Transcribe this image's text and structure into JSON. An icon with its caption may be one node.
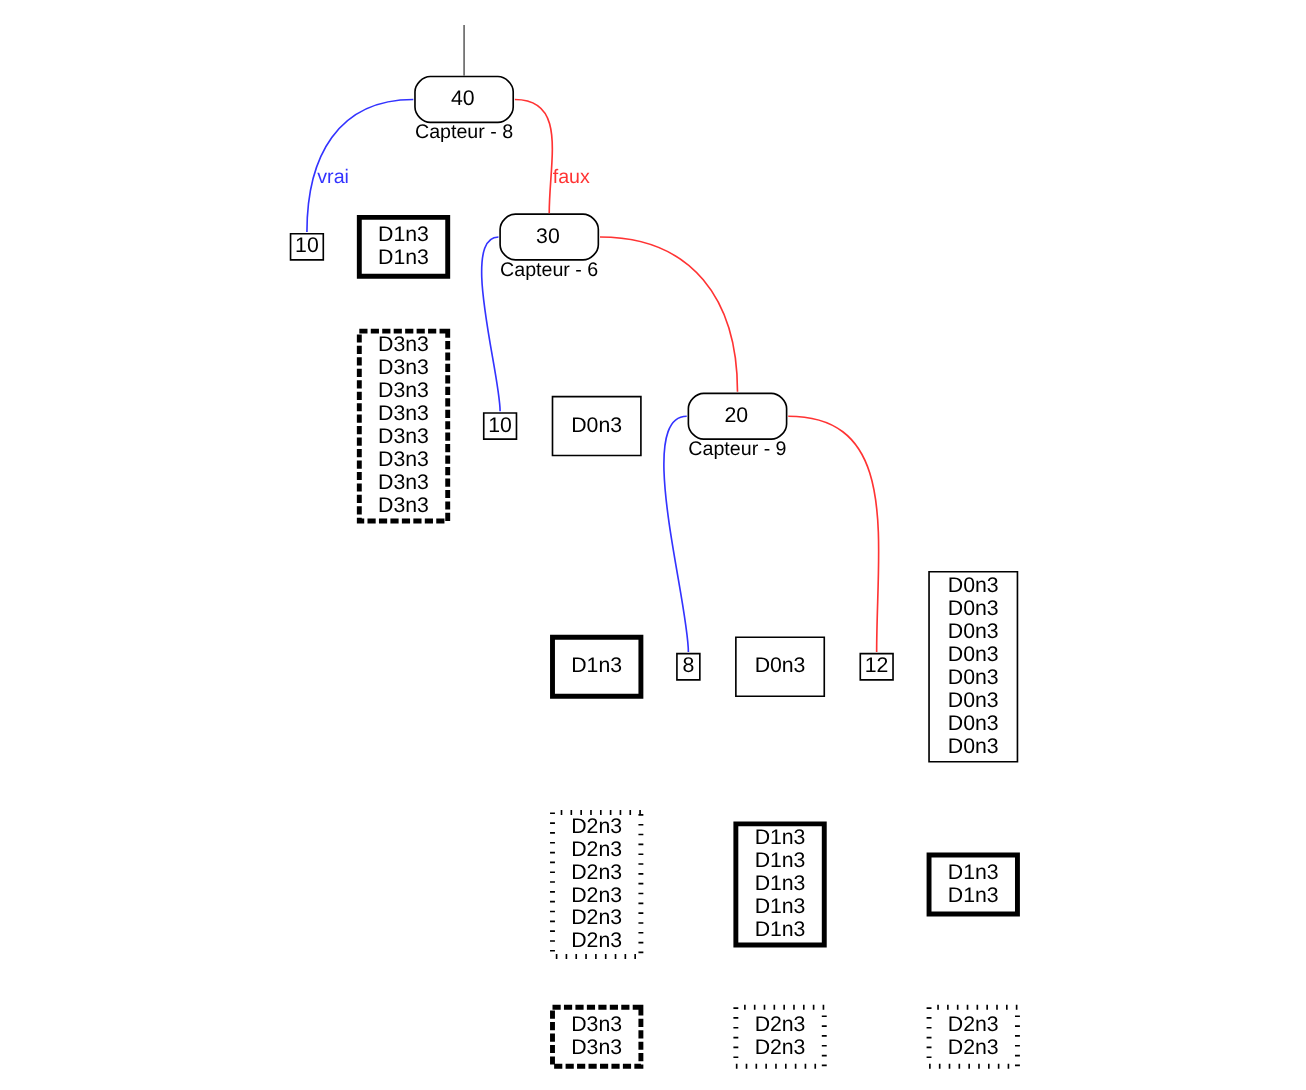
{
  "diagram": {
    "nodes": [
      {
        "text": [
          "40"
        ],
        "beside": [
          "Capteur - 8"
        ]
      },
      {
        "text": [
          "10"
        ]
      },
      {
        "text": [
          "D1n3",
          "D1n3"
        ]
      },
      {
        "text": [
          "D3n3",
          "D3n3",
          "D3n3",
          "D3n3",
          "D3n3",
          "D3n3",
          "D3n3",
          "D3n3"
        ]
      },
      {
        "text": [
          "30"
        ],
        "beside": [
          "Capteur - 6"
        ]
      },
      {
        "text": [
          "10"
        ]
      },
      {
        "text": [
          "D0n3"
        ]
      },
      {
        "text": [
          "D1n3"
        ]
      },
      {
        "text": [
          "D2n3",
          "D2n3",
          "D2n3",
          "D2n3",
          "D2n3",
          "D2n3"
        ]
      },
      {
        "text": [
          "D3n3",
          "D3n3"
        ]
      },
      {
        "text": [
          "20"
        ],
        "beside": [
          "Capteur - 9"
        ]
      },
      {
        "text": [
          "8"
        ]
      },
      {
        "text": [
          "D0n3"
        ]
      },
      {
        "text": [
          "D1n3",
          "D1n3",
          "D1n3",
          "D1n3",
          "D1n3"
        ]
      },
      {
        "text": [
          "D2n3",
          "D2n3"
        ]
      },
      {
        "text": [
          "12"
        ]
      },
      {
        "text": [
          "D0n3",
          "D0n3",
          "D0n3",
          "D0n3",
          "D0n3",
          "D0n3",
          "D0n3",
          "D0n3"
        ]
      },
      {
        "text": [
          "D1n3",
          "D1n3"
        ]
      },
      {
        "text": [
          "D2n3",
          "D2n3"
        ]
      }
    ],
    "edges": [
      {
        "from": null,
        "to": 0,
        "arrow": "none",
        "color": "#666666"
      },
      {
        "from": 0,
        "to": 1,
        "arrow": "none",
        "label": "vrai",
        "color": "#3333ff"
      },
      {
        "from": 0,
        "to": 4,
        "arrow": "none",
        "label": "faux",
        "color": "#ff3333"
      },
      {
        "from": 4,
        "to": 5,
        "arrow": "none",
        "color": "#3333ff"
      },
      {
        "from": 4,
        "to": 10,
        "arrow": "none",
        "color": "#ff3333"
      },
      {
        "from": 10,
        "to": 11,
        "arrow": "none",
        "color": "#3333ff"
      },
      {
        "from": 10,
        "to": 15,
        "arrow": "none",
        "color": "#ff3333"
      }
    ]
  }
}
